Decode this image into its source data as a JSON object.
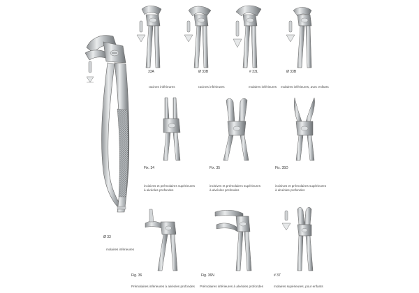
{
  "catalog": {
    "items": [
      {
        "id": "main",
        "code": "Ø 33",
        "desc": "molaires inférieures"
      },
      {
        "id": "a",
        "code": "33A",
        "desc": "racines inférieures"
      },
      {
        "id": "b",
        "code": "Ø 33B",
        "desc": "racines inférieures"
      },
      {
        "id": "c",
        "code": "# 33L",
        "desc": "molaires inférieures"
      },
      {
        "id": "d",
        "code": "Ø 33B",
        "desc": "molaires inférieures, avec enfants"
      },
      {
        "id": "e",
        "code": "Fix. 34",
        "desc": "incisives et prémolaires supérieures\nà alvéoles profondes"
      },
      {
        "id": "f",
        "code": "Fix. 35",
        "desc": "incisives et prémolaires supérieures\nà alvéoles profondes"
      },
      {
        "id": "g",
        "code": "Fix. 35D",
        "desc": "incisives et prémolaires supérieures\nà alvéoles profondes"
      },
      {
        "id": "h",
        "code": "Fig. 36",
        "desc": "Prémolaires inférieures à alvéoles profondes"
      },
      {
        "id": "i",
        "code": "Fig. 36N",
        "desc": "Prémolaires inférieures à alvéoles profondes"
      },
      {
        "id": "j",
        "code": "# 37",
        "desc": "molaires supérieures, pour enfants"
      }
    ]
  }
}
